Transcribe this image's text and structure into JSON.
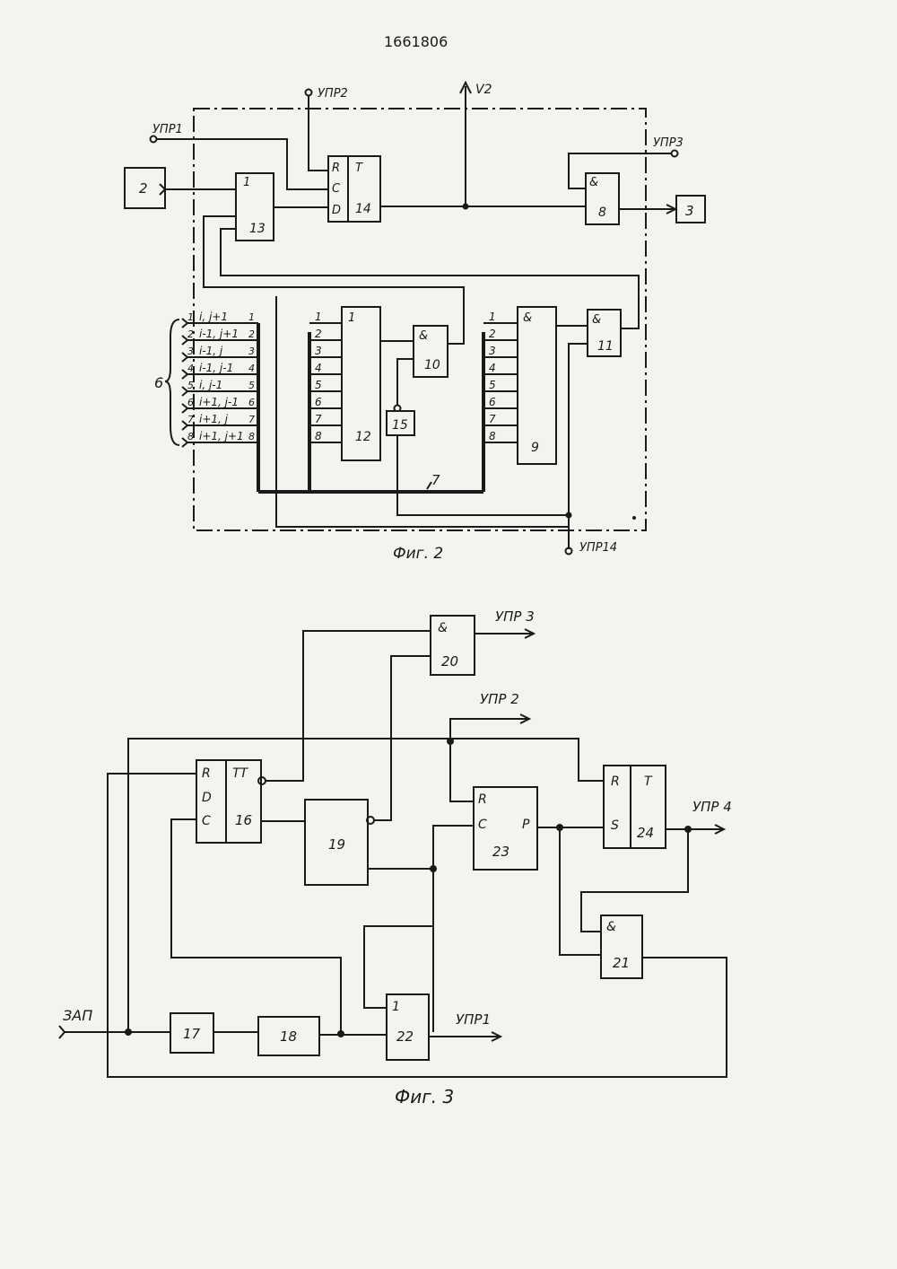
{
  "patent_number": "1661806",
  "fig2": {
    "caption": "Фиг. 2",
    "signals": {
      "upr1": "УПР1",
      "upr2": "УПР2",
      "upr3": "УПР3",
      "upr14": "УПР14",
      "v2": "V2"
    },
    "blocks": {
      "b2": "2",
      "b3": "3",
      "b13_fn": "1",
      "b13": "13",
      "b14_r": "R",
      "b14_c": "C",
      "b14_d": "D",
      "b14_t": "T",
      "b14": "14",
      "b8_fn": "&",
      "b8": "8",
      "b10_fn": "&",
      "b10": "10",
      "b11_fn": "&",
      "b11": "11",
      "b12_fn": "1",
      "b12": "12",
      "b9_fn": "&",
      "b9": "9",
      "b15": "15"
    },
    "group_label": "6",
    "bus_label": "7",
    "inputs": [
      {
        "n": "1",
        "label": "i, j+1",
        "r": "1"
      },
      {
        "n": "2",
        "label": "i-1, j+1",
        "r": "2"
      },
      {
        "n": "3",
        "label": "i-1, j",
        "r": "3"
      },
      {
        "n": "4",
        "label": "i-1, j-1",
        "r": "4"
      },
      {
        "n": "5",
        "label": "i, j-1",
        "r": "5"
      },
      {
        "n": "6",
        "label": "i+1, j-1",
        "r": "6"
      },
      {
        "n": "7",
        "label": "i+1, j",
        "r": "7"
      },
      {
        "n": "8",
        "label": "i+1, j+1",
        "r": "8"
      }
    ],
    "pins12": [
      "1",
      "2",
      "3",
      "4",
      "5",
      "6",
      "7",
      "8"
    ],
    "pins9": [
      "1",
      "2",
      "3",
      "4",
      "5",
      "6",
      "7",
      "8"
    ]
  },
  "fig3": {
    "caption": "Фиг. 3",
    "signals": {
      "zap": "ЗАП",
      "upr1": "УПР1",
      "upr2": "УПР 2",
      "upr3": "УПР 3",
      "upr4": "УПР 4"
    },
    "blocks": {
      "b16_r": "R",
      "b16_d": "D",
      "b16_c": "C",
      "b16_tt": "TT",
      "b16": "16",
      "b17": "17",
      "b18": "18",
      "b19": "19",
      "b20_fn": "&",
      "b20": "20",
      "b21_fn": "&",
      "b21": "21",
      "b22_fn": "1",
      "b22": "22",
      "b23_r": "R",
      "b23_c": "C",
      "b23_p": "P",
      "b23": "23",
      "b24_r": "R",
      "b24_s": "S",
      "b24_t": "T",
      "b24": "24"
    }
  }
}
